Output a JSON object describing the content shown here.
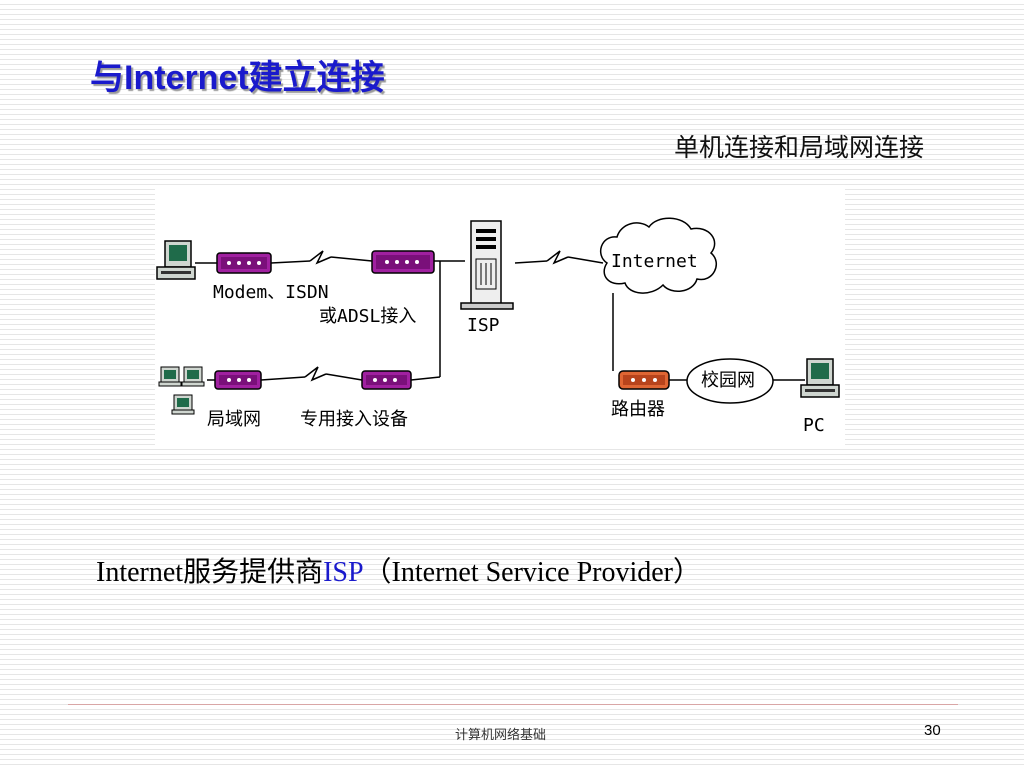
{
  "slide": {
    "title": "与Internet建立连接",
    "subtitle": "单机连接和局域网连接"
  },
  "diagram": {
    "labels": {
      "modem": "Modem、ISDN",
      "adsl": "或ADSL接入",
      "isp": "ISP",
      "internet": "Internet",
      "lan": "局域网",
      "dedicated": "专用接入设备",
      "router": "路由器",
      "campus": "校园网",
      "pc": "PC"
    },
    "colors": {
      "modem_device": "#a020a0",
      "router_device": "#e06633",
      "line": "#000000"
    }
  },
  "isp_text": {
    "prefix": "Internet服务提供商",
    "acronym": "ISP",
    "suffix": "（Internet Service Provider）"
  },
  "footer": {
    "course": "计算机网络基础",
    "page": "30"
  }
}
